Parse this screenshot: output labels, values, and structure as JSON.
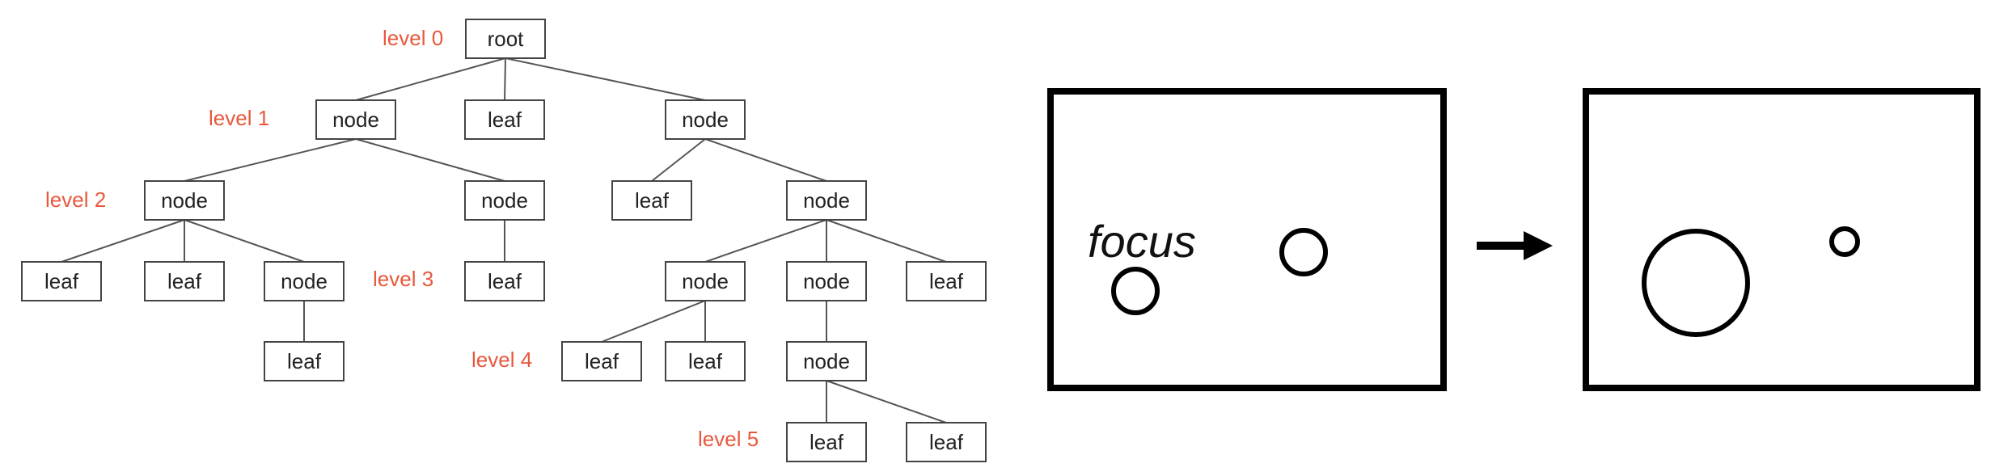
{
  "colors": {
    "level_label": "#e8583c",
    "box_stroke": "#444444",
    "edge_stroke": "#555555",
    "frame_stroke": "#000000"
  },
  "tree": {
    "levels": [
      {
        "id": "level-0",
        "label": "level 0"
      },
      {
        "id": "level-1",
        "label": "level 1"
      },
      {
        "id": "level-2",
        "label": "level 2"
      },
      {
        "id": "level-3",
        "label": "level 3"
      },
      {
        "id": "level-4",
        "label": "level 4"
      },
      {
        "id": "level-5",
        "label": "level 5"
      }
    ],
    "nodes": [
      {
        "id": "n0",
        "label": "root",
        "parent": null
      },
      {
        "id": "n1",
        "label": "node",
        "parent": "n0"
      },
      {
        "id": "n2",
        "label": "leaf",
        "parent": "n0"
      },
      {
        "id": "n3",
        "label": "node",
        "parent": "n0"
      },
      {
        "id": "n4",
        "label": "node",
        "parent": "n1"
      },
      {
        "id": "n5",
        "label": "node",
        "parent": "n1"
      },
      {
        "id": "n6",
        "label": "leaf",
        "parent": "n3"
      },
      {
        "id": "n7",
        "label": "node",
        "parent": "n3"
      },
      {
        "id": "n8",
        "label": "leaf",
        "parent": "n4"
      },
      {
        "id": "n9",
        "label": "leaf",
        "parent": "n4"
      },
      {
        "id": "n10",
        "label": "node",
        "parent": "n4"
      },
      {
        "id": "n11",
        "label": "leaf",
        "parent": "n5"
      },
      {
        "id": "n12",
        "label": "node",
        "parent": "n7"
      },
      {
        "id": "n13",
        "label": "node",
        "parent": "n7"
      },
      {
        "id": "n14",
        "label": "leaf",
        "parent": "n7"
      },
      {
        "id": "n15",
        "label": "leaf",
        "parent": "n10"
      },
      {
        "id": "n16",
        "label": "leaf",
        "parent": "n12"
      },
      {
        "id": "n17",
        "label": "leaf",
        "parent": "n12"
      },
      {
        "id": "n18",
        "label": "node",
        "parent": "n13"
      },
      {
        "id": "n19",
        "label": "leaf",
        "parent": "n18"
      },
      {
        "id": "n20",
        "label": "leaf",
        "parent": "n18"
      }
    ]
  },
  "focus_panel": {
    "focus_label": "focus",
    "arrow_icon": "right-arrow-icon"
  }
}
